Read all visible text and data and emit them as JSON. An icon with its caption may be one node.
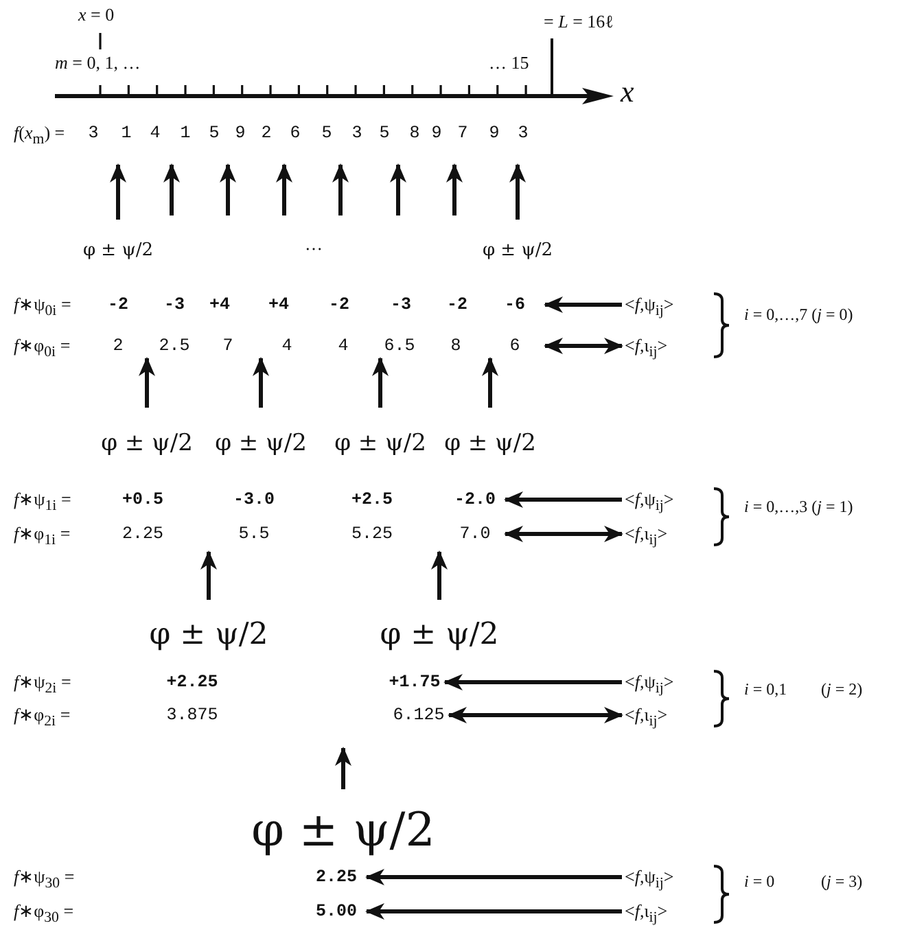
{
  "diagram": {
    "nodes": [
      {
        "text": [
          "*f*(*x*$_{m}$) =",
          "3",
          "1",
          "4",
          "1",
          "5",
          "9",
          "2",
          "6",
          "5",
          "3",
          "5",
          "8",
          "9",
          "7",
          "9",
          "3"
        ]
      },
      {
        "text": [
          "φ ± ψ/2"
        ]
      },
      {
        "text": [
          "φ ± ψ/2"
        ]
      },
      {
        "text": [
          "*f*∗ψ$_{0i}$ =",
          "-2",
          "-3",
          "+4",
          "+4",
          "-2",
          "-3",
          "-2",
          "-6"
        ]
      },
      {
        "text": [
          "*f*∗φ$_{0i}$ =",
          "2",
          "2.5",
          "7",
          "4",
          "4",
          "6.5",
          "8",
          "6"
        ]
      },
      {
        "text": [
          "<*f*,ψ$_{ij}$>"
        ]
      },
      {
        "text": [
          "<*f*,ι$_{ij}$>"
        ]
      },
      {
        "text": [
          "φ ± ψ/2"
        ]
      },
      {
        "text": [
          "φ ± ψ/2"
        ]
      },
      {
        "text": [
          "φ ± ψ/2"
        ]
      },
      {
        "text": [
          "φ ± ψ/2"
        ]
      },
      {
        "text": [
          "*f*∗ψ$_{1i}$ =",
          "+0.5",
          "-3.0",
          "+2.5",
          "-2.0"
        ]
      },
      {
        "text": [
          "*f*∗φ$_{1i}$ =",
          "2.25",
          "5.5",
          "5.25",
          "7.0"
        ]
      },
      {
        "text": [
          "<*f*,ψ$_{ij}$>"
        ]
      },
      {
        "text": [
          "<*f*,ι$_{ij}$>"
        ]
      },
      {
        "text": [
          "φ ± ψ/2"
        ]
      },
      {
        "text": [
          "φ ± ψ/2"
        ]
      },
      {
        "text": [
          "*f*∗ψ$_{2i}$ =",
          "+2.25",
          "+1.75"
        ]
      },
      {
        "text": [
          "*f*∗φ$_{2i}$ =",
          "3.875",
          "6.125"
        ]
      },
      {
        "text": [
          "<*f*,ψ$_{ij}$>"
        ]
      },
      {
        "text": [
          "<*f*,ι$_{ij}$>"
        ]
      },
      {
        "text": [
          "φ ± ψ/2"
        ]
      },
      {
        "text": [
          "*f*∗ψ$_{30}$ =",
          "2.25"
        ]
      },
      {
        "text": [
          "*f*∗φ$_{30}$ =",
          "5.00"
        ]
      },
      {
        "text": [
          "<*f*,ψ$_{ij}$>"
        ]
      },
      {
        "text": [
          "<*f*,ι$_{ij}$>"
        ]
      }
    ],
    "edges": [
      {
        "from": 1,
        "to": 0,
        "arrow": "to"
      },
      {
        "from": null,
        "to": 0,
        "arrow": "to"
      },
      {
        "from": null,
        "to": 0,
        "arrow": "to"
      },
      {
        "from": null,
        "to": 0,
        "arrow": "to"
      },
      {
        "from": null,
        "to": 0,
        "arrow": "to"
      },
      {
        "from": null,
        "to": 0,
        "arrow": "to"
      },
      {
        "from": null,
        "to": 0,
        "arrow": "to"
      },
      {
        "from": 2,
        "to": 0,
        "arrow": "to"
      },
      {
        "from": 5,
        "to": 3,
        "arrow": "to"
      },
      {
        "from": 6,
        "to": 4,
        "arrow": "both"
      },
      {
        "from": 7,
        "to": 4,
        "arrow": "to"
      },
      {
        "from": 8,
        "to": 4,
        "arrow": "to"
      },
      {
        "from": 9,
        "to": 4,
        "arrow": "to"
      },
      {
        "from": 10,
        "to": 4,
        "arrow": "to"
      },
      {
        "from": 13,
        "to": 11,
        "arrow": "to"
      },
      {
        "from": 14,
        "to": 12,
        "arrow": "both"
      },
      {
        "from": 15,
        "to": 12,
        "arrow": "to"
      },
      {
        "from": 16,
        "to": 12,
        "arrow": "to"
      },
      {
        "from": 19,
        "to": 17,
        "arrow": "to"
      },
      {
        "from": 20,
        "to": 18,
        "arrow": "both"
      },
      {
        "from": 21,
        "to": 18,
        "arrow": "to"
      },
      {
        "from": 24,
        "to": 22,
        "arrow": "to"
      },
      {
        "from": 25,
        "to": 23,
        "arrow": "to"
      }
    ],
    "labels": [
      "*x* = 0",
      "*m* = 0, 1, …",
      "… 15",
      "= *L* = 16ℓ",
      "*x*",
      "…",
      "*i* = 0,…,7 (*j* = 0)",
      "*i* = 0,…,3 (*j* = 1)",
      "*i* = 0,1",
      "(*j* = 2)",
      "*i* = 0",
      "(*j* = 3)"
    ]
  }
}
